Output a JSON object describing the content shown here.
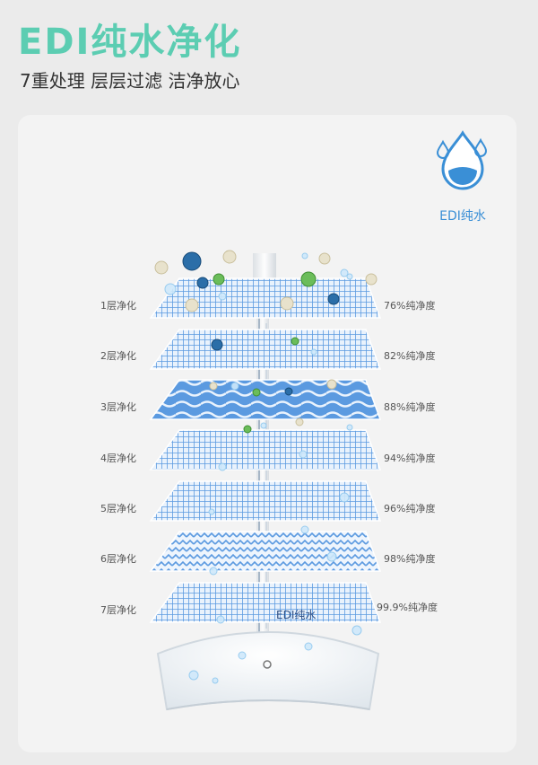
{
  "header": {
    "title": "EDI纯水净化",
    "subtitle": "7重处理 层层过滤 洁净放心"
  },
  "badge": {
    "label": "EDI纯水",
    "icon": "water-drop-icon"
  },
  "layers": [
    {
      "name": "1层净化",
      "purity": "76%纯净度",
      "pattern": "grid"
    },
    {
      "name": "2层净化",
      "purity": "82%纯净度",
      "pattern": "grid"
    },
    {
      "name": "3层净化",
      "purity": "88%纯净度",
      "pattern": "wave"
    },
    {
      "name": "4层净化",
      "purity": "94%纯净度",
      "pattern": "grid"
    },
    {
      "name": "5层净化",
      "purity": "96%纯净度",
      "pattern": "grid"
    },
    {
      "name": "6层净化",
      "purity": "98%纯净度",
      "pattern": "zigzag"
    },
    {
      "name": "7层净化",
      "purity": "99.9%纯净度",
      "pattern": "grid"
    }
  ],
  "edi_tag": "EDI纯水",
  "colors": {
    "accent": "#5ccdb2",
    "layer_blue": "#5b9ae0",
    "layer_light": "#e9f2fc",
    "drop_blue": "#3a8fd6"
  }
}
